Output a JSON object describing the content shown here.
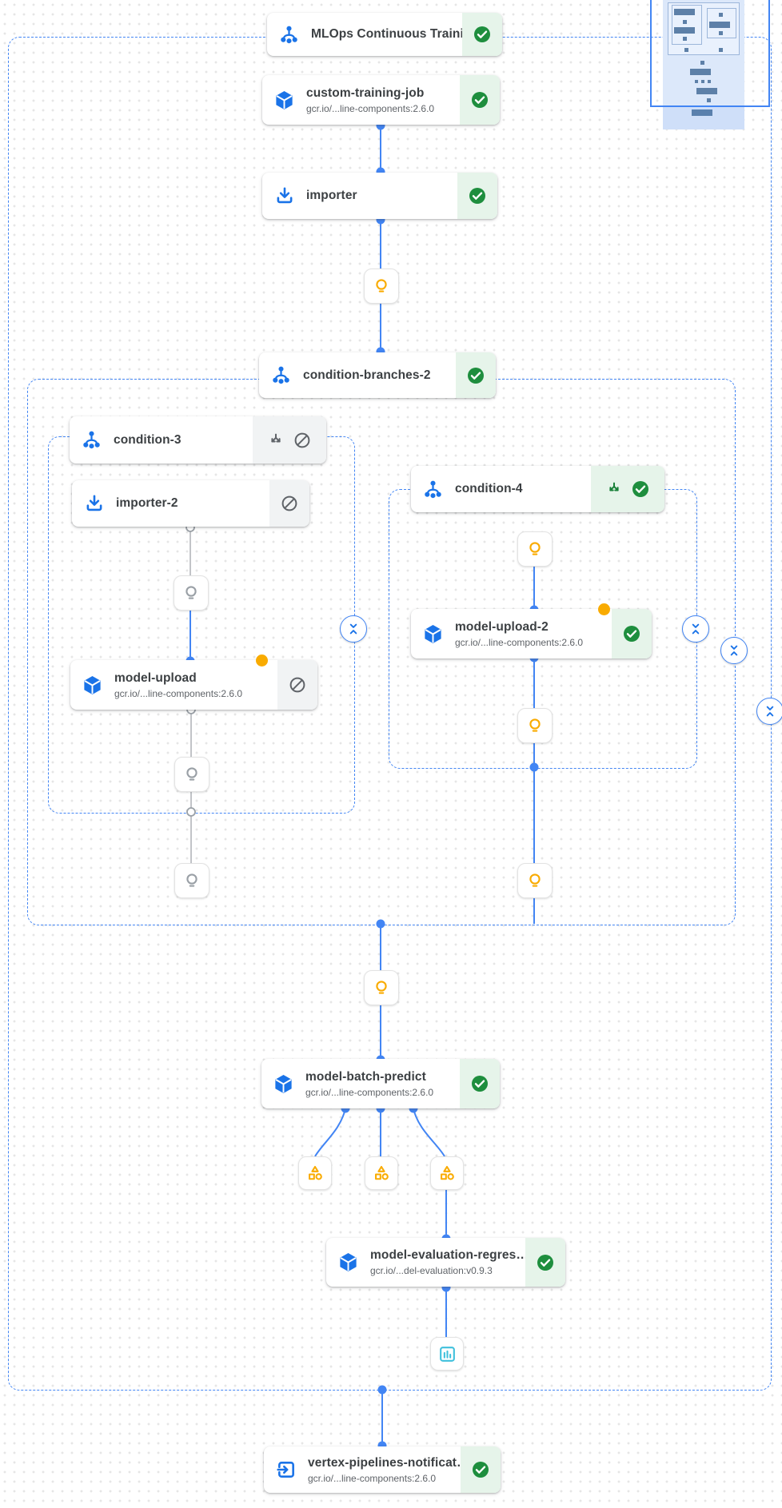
{
  "pipeline": {
    "name": "MLOps Continuous Training pipeline DAG",
    "nodes": [
      {
        "id": "mlops-pipeline",
        "title": "MLOps Continuous Traini…",
        "status": "succeeded",
        "icon": "dag-icon"
      },
      {
        "id": "custom-training-job",
        "title": "custom-training-job",
        "subtitle": "gcr.io/...line-components:2.6.0",
        "status": "succeeded",
        "icon": "cube-icon"
      },
      {
        "id": "importer",
        "title": "importer",
        "status": "succeeded",
        "icon": "import-icon"
      },
      {
        "id": "condition-branches-2",
        "title": "condition-branches-2",
        "status": "succeeded",
        "icon": "dag-icon"
      },
      {
        "id": "condition-3",
        "title": "condition-3",
        "status": "skipped",
        "icon": "dag-icon"
      },
      {
        "id": "importer-2",
        "title": "importer-2",
        "status": "skipped",
        "icon": "import-icon"
      },
      {
        "id": "model-upload",
        "title": "model-upload",
        "subtitle": "gcr.io/...line-components:2.6.0",
        "status": "skipped",
        "icon": "cube-icon",
        "badge": "pending-dot"
      },
      {
        "id": "condition-4",
        "title": "condition-4",
        "status": "succeeded",
        "icon": "dag-icon"
      },
      {
        "id": "model-upload-2",
        "title": "model-upload-2",
        "subtitle": "gcr.io/...line-components:2.6.0",
        "status": "succeeded",
        "icon": "cube-icon",
        "badge": "pending-dot"
      },
      {
        "id": "model-batch-predict",
        "title": "model-batch-predict",
        "subtitle": "gcr.io/...line-components:2.6.0",
        "status": "succeeded",
        "icon": "cube-icon"
      },
      {
        "id": "model-evaluation-regression",
        "title": "model-evaluation-regres…",
        "subtitle": "gcr.io/...del-evaluation:v0.9.3",
        "status": "succeeded",
        "icon": "cube-icon"
      },
      {
        "id": "vertex-pipelines-notification",
        "title": "vertex-pipelines-notificat…",
        "subtitle": "gcr.io/...line-components:2.6.0",
        "status": "succeeded",
        "icon": "exit-icon"
      }
    ],
    "groups": [
      "pipeline-root",
      "condition-branches-2",
      "condition-3",
      "condition-4"
    ],
    "artifact_icons": [
      "parameter-lightbulb-icon",
      "metrics-artifact-icon",
      "visualization-chart-icon"
    ]
  },
  "colors": {
    "accent_blue": "#4285f4",
    "icon_blue": "#1a73e8",
    "success_green": "#1e8e3e",
    "success_bg": "#e6f4ea",
    "skipped_grey": "#5f6368",
    "skipped_bg": "#f1f3f4",
    "param_yellow": "#f9ab00",
    "artifact_cyan": "#3fc0dc"
  }
}
